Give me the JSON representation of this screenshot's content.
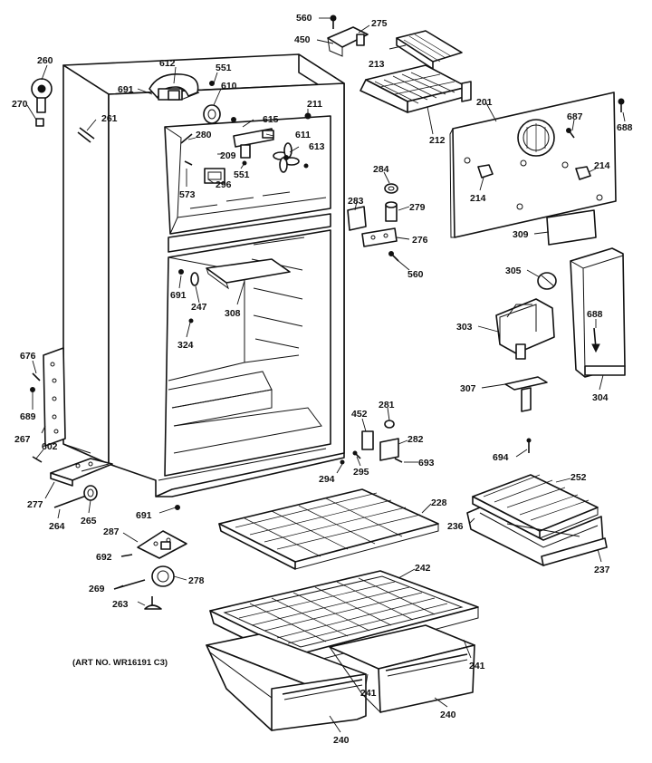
{
  "diagram": {
    "art_note": "(ART NO. WR16191 C3)",
    "part_labels": [
      "560",
      "275",
      "450",
      "213",
      "612",
      "551",
      "610",
      "211",
      "260",
      "270",
      "691",
      "261",
      "615",
      "611",
      "613",
      "280",
      "209",
      "551",
      "573",
      "296",
      "212",
      "201",
      "687",
      "688",
      "214",
      "214",
      "284",
      "283",
      "279",
      "276",
      "560",
      "309",
      "305",
      "691",
      "247",
      "308",
      "324",
      "303",
      "688",
      "307",
      "304",
      "676",
      "689",
      "267",
      "602",
      "277",
      "264",
      "265",
      "452",
      "281",
      "282",
      "295",
      "693",
      "294",
      "694",
      "252",
      "691",
      "228",
      "236",
      "237",
      "287",
      "692",
      "278",
      "269",
      "263",
      "242",
      "241",
      "241",
      "240",
      "240"
    ]
  }
}
